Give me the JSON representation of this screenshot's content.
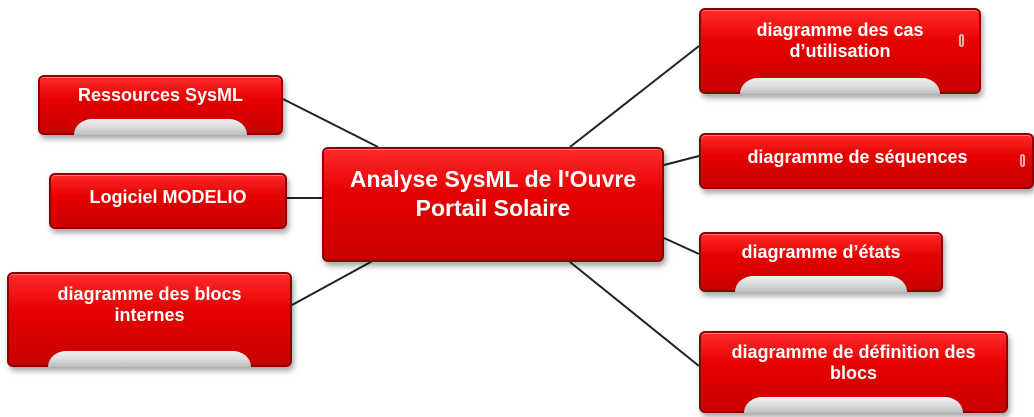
{
  "central": {
    "label": "Analyse SysML de l'Ouvre Portail Solaire"
  },
  "left_nodes": [
    {
      "label": "Ressources SysML"
    },
    {
      "label": "Logiciel MODELIO"
    },
    {
      "label": "diagramme des blocs internes"
    }
  ],
  "right_nodes": [
    {
      "label": "diagramme des cas d’utilisation",
      "attachment": "paperclip-icon"
    },
    {
      "label": "diagramme de séquences",
      "attachment": "paperclip-icon"
    },
    {
      "label": "diagramme d’états"
    },
    {
      "label": "diagramme de définition des blocs"
    }
  ],
  "colors": {
    "node_fill": "#e60000",
    "node_border": "#8e0000",
    "text": "#ffffff",
    "connector": "#222222",
    "tab": "#d9d9d9"
  }
}
